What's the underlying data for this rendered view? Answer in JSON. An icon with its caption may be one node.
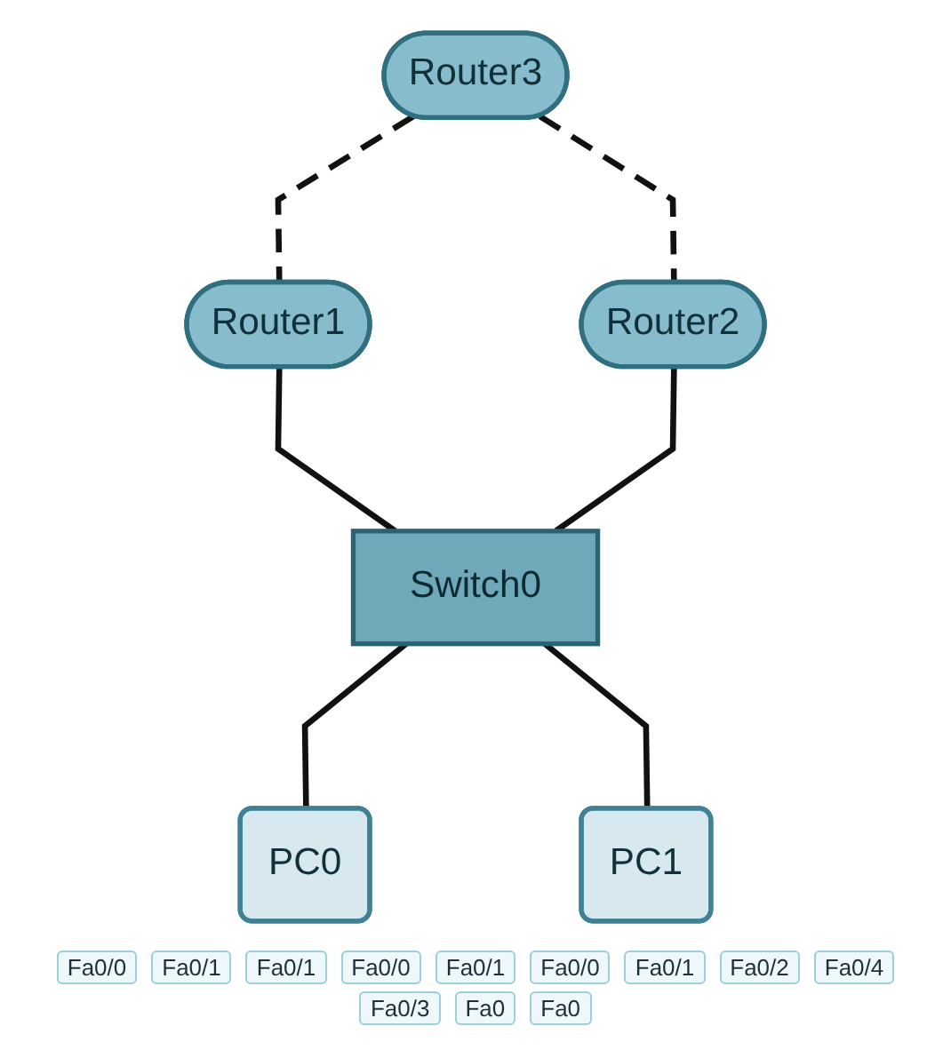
{
  "diagram": {
    "nodes": [
      {
        "text": [
          "Router3"
        ]
      },
      {
        "text": [
          "Router1"
        ]
      },
      {
        "text": [
          "Router2"
        ]
      },
      {
        "text": [
          "Switch0"
        ]
      },
      {
        "text": [
          "PC0"
        ]
      },
      {
        "text": [
          "PC1"
        ]
      }
    ],
    "edges": [
      {
        "from": 0,
        "to": 1,
        "arrow": "none",
        "style": "dashed"
      },
      {
        "from": 0,
        "to": 2,
        "arrow": "none",
        "style": "dashed"
      },
      {
        "from": 1,
        "to": 3,
        "arrow": "none"
      },
      {
        "from": 2,
        "to": 3,
        "arrow": "none"
      },
      {
        "from": 3,
        "to": 4,
        "arrow": "none"
      },
      {
        "from": 3,
        "to": 5,
        "arrow": "none"
      }
    ],
    "labels": [
      "Fa0/0",
      "Fa0/1",
      "Fa0/1",
      "Fa0/0",
      "Fa0/1",
      "Fa0/0",
      "Fa0/1",
      "Fa0/2",
      "Fa0/4",
      "Fa0/3",
      "Fa0",
      "Fa0"
    ]
  }
}
